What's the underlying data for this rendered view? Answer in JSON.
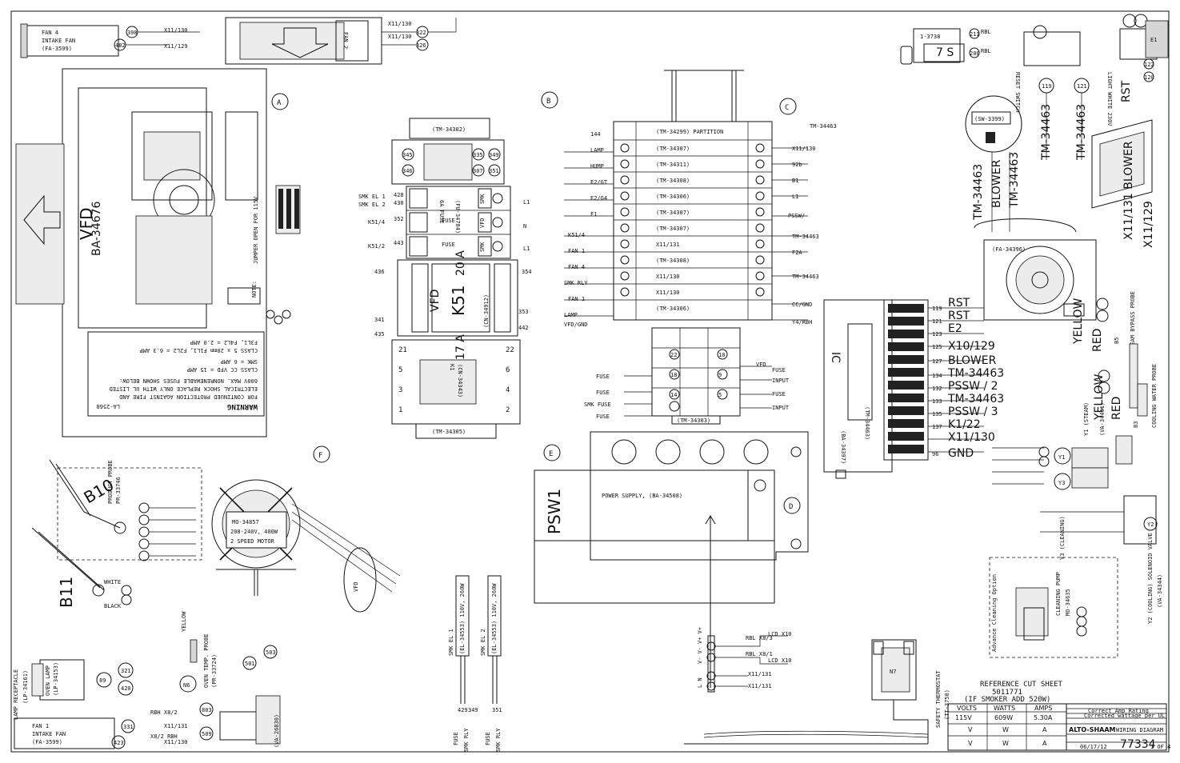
{
  "drawing": {
    "number": "77334",
    "sheet": "1 OF 4",
    "company": "ALTO-SHAAM",
    "title_block_title": "WIRING DIAGRAM",
    "date": "06/17/12"
  },
  "reference": {
    "line1": "REFERENCE CUT SHEET",
    "line2": "5011771",
    "line3": "(IF SMOKER ADD 520W)"
  },
  "ratings": {
    "headers": [
      "VOLTS",
      "WATTS",
      "AMPS"
    ],
    "row1": [
      "115V",
      "609W",
      "5.30A"
    ],
    "row2": [
      "V",
      "W",
      "A"
    ],
    "row3": [
      "V",
      "W",
      "A"
    ]
  },
  "revisions": [
    "Correct Amp Rating",
    "Corrected wattage per UL"
  ],
  "components": {
    "fan4": [
      "FAN 4",
      "INTAKE FAN",
      "(FA-3599)"
    ],
    "fan1": [
      "FAN 1",
      "INTAKE FAN",
      "(FA-3599)"
    ],
    "vfd": "VFD",
    "vfd_part": "BA-34676",
    "jumper": "JUMPER OPEN FOR 115V",
    "note": "NOTE:",
    "k51": "K51",
    "k51_part": "(CN-34912)",
    "k1": "K1",
    "k1_part": "(CN-34343)",
    "amp20": "20 A",
    "amp17": "17 A",
    "psw1": "PSW1",
    "power_supply": "POWER SUPPLY, (BA-34508)",
    "ic": "IC",
    "ic_part": "(BA-34397)",
    "motor": "MO-34857",
    "motor_desc1": "208-240V, 400W",
    "motor_desc2": "2 SPEED MOTOR",
    "blower_part": "(FA-34396)",
    "reset_switch": "RESET SWITCH",
    "light_white": "LIGHT WHITE 230V",
    "n7": "N7",
    "safety_thermostat": "SAFETY THERMOSTAT",
    "safety_part": "(TT-3750)",
    "advance_cleaning": "Advance Cleaning Option",
    "cleaning_pump": "CLEANING PUMP",
    "cleaning_part": "MO-34635",
    "y1": "Y1 (STEAM)",
    "y1_part": "(VA-34461)",
    "y2": "Y2 (COOLING) SOLENOID VALVE",
    "y2_part": "(VA-34344)",
    "y3": "Y3 (CLEANING)",
    "smk_el1": "SMK EL 1",
    "smk_el1_part": "(EL-34553) 110V, 260W",
    "smk_el2": "SMK EL 2",
    "smk_el2_part": "(EL-34553) 110V, 260W",
    "oven_lamp": "OVEN LAMP",
    "oven_lamp_part": "(LP-34153)",
    "lamp_receptacle": "LAMP RECEPTACLE",
    "lamp_receptacle_part": "(LP-34161)",
    "oven_temp_probe": "OVEN TEMP. PROBE",
    "oven_temp_part": "(PR-33724)",
    "product_probe": "PRODUCT PROBE",
    "product_probe_part": "PR-33746",
    "b10": "B10",
    "b11": "B11",
    "steam_bypass": "STEAM BYPASS PROBE",
    "cooling_water": "COOLING WATER PROBE",
    "b5": "B5",
    "b3": "B3"
  },
  "warning": {
    "title": "WARNING",
    "code": "LA-2568",
    "lines": [
      "FOR CONTINUED PROTECTION AGAINST FIRE AND",
      "ELECTRICAL SHOCK REPLACE ONLY WITH UL LISTED",
      "600V MAX. NONRENEWABLE FUSES SHOWN BELOW:",
      "CLASS CC          VFD = 15 AMP",
      "                  SMK = 6 AMP",
      "CLASS 5 x 20mm   F1L1, F2L2 = 6.3 AMP",
      "                  F3L1, F4L2 = 2.0 AMP"
    ]
  },
  "terminal_labels": {
    "right_rail": [
      "RST",
      "E2",
      "X10/129",
      "BLOWER",
      "TM-34463",
      "PSSW / 2",
      "TM-34463",
      "PSSW / 3",
      "K1/22",
      "X11/130",
      "GND"
    ],
    "right_rail_nums": [
      "119",
      "121",
      "123",
      "125",
      "127",
      "134",
      "132",
      "133",
      "135",
      "137",
      "96"
    ],
    "k51_left": [
      "SMK EL 1",
      "SMK EL 2",
      "K51/4",
      "K51/2"
    ],
    "k51_left_nums": [
      "428",
      "430",
      "352",
      "443"
    ],
    "k51_fuses": [
      "FUSE",
      "FUSE",
      "FUSE"
    ],
    "k51_right": [
      "L1",
      "N",
      "L1"
    ],
    "mid_left_nums": [
      "436",
      "341",
      "435"
    ],
    "mid_right_nums": [
      "354",
      "353",
      "442"
    ],
    "zones": [
      "A",
      "B",
      "C",
      "D",
      "E",
      "F"
    ],
    "fuse_labels": [
      "FUSE",
      "FUSE",
      "SMK FUSE",
      "FUSE",
      "VFD",
      "FUSE",
      "INPUT",
      "FUSE",
      "INPUT"
    ],
    "bottom_wires": [
      "429",
      "349",
      "351"
    ],
    "bottom_fuse_labels": [
      "FUSE",
      "SMK RLY",
      "FUSE",
      "SMK RLY"
    ],
    "probe_wires": [
      "YELLOW",
      "RED",
      "WHITE",
      "BLACK"
    ]
  }
}
